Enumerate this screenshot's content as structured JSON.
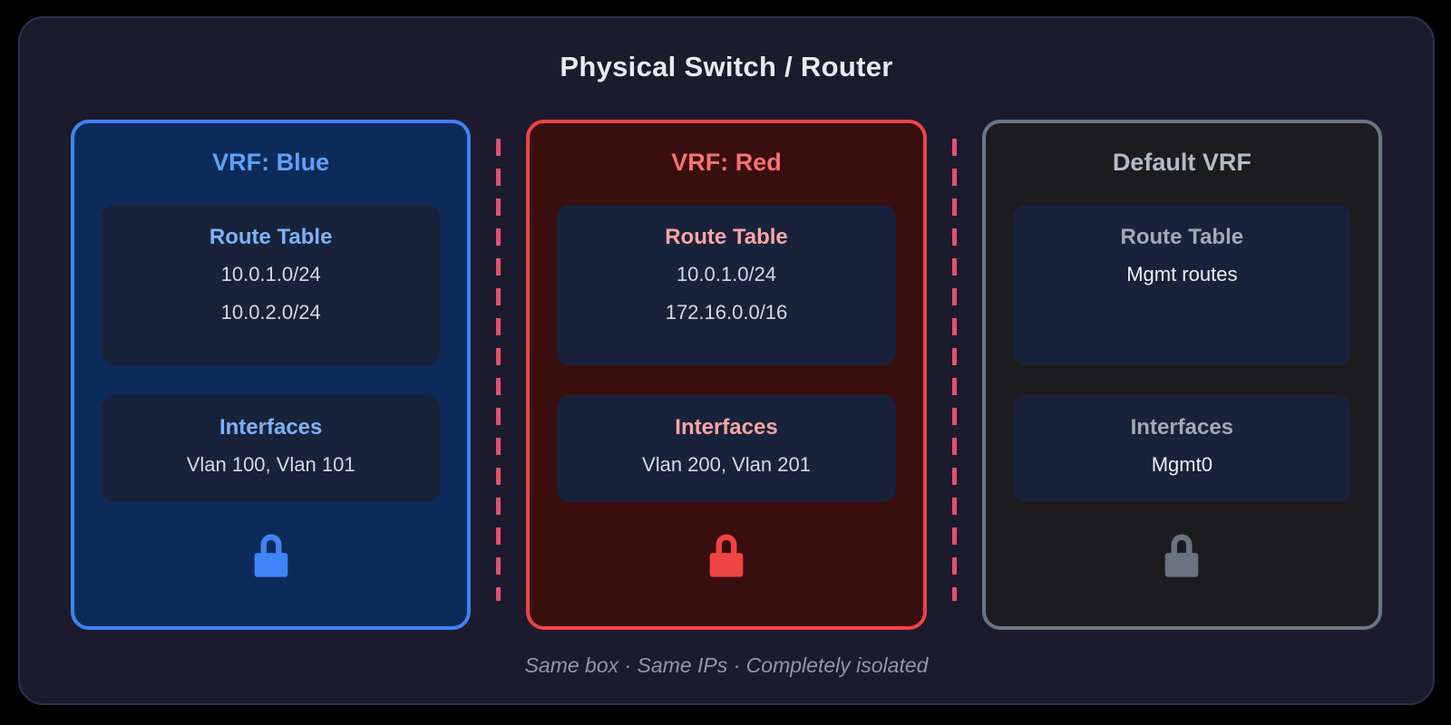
{
  "title": "Physical Switch / Router",
  "footer": "Same box · Same IPs · Completely isolated",
  "divider": {
    "style": "dashed-vertical",
    "color": "#e5516d"
  },
  "chassis_colors": {
    "background": "#1b1b2d",
    "page_background": "#000000",
    "title_text": "#e8eaf0"
  },
  "panels": [
    {
      "id": "vrf-blue",
      "title": "VRF: Blue",
      "theme": {
        "border": "#3f83f8",
        "background": "#0d2b5a",
        "title_text": "#5da2f7",
        "heading_text": "#7db2f7",
        "lock": "#3f83f8"
      },
      "route_table": {
        "heading": "Route Table",
        "routes": [
          "10.0.1.0/24",
          "10.0.2.0/24"
        ]
      },
      "interfaces": {
        "heading": "Interfaces",
        "value": "Vlan 100, Vlan 101"
      }
    },
    {
      "id": "vrf-red",
      "title": "VRF: Red",
      "theme": {
        "border": "#ef4444",
        "background": "#390e0f",
        "title_text": "#f87171",
        "heading_text": "#fba5a5",
        "lock": "#ef4444"
      },
      "route_table": {
        "heading": "Route Table",
        "routes": [
          "10.0.1.0/24",
          "172.16.0.0/16"
        ]
      },
      "interfaces": {
        "heading": "Interfaces",
        "value": "Vlan 200, Vlan 201"
      }
    },
    {
      "id": "default-vrf",
      "title": "Default VRF",
      "theme": {
        "border": "#6a7586",
        "background": "#1c1c1e",
        "title_text": "#b4bcc8",
        "heading_text": "#a2aab6",
        "lock": "#6b7280"
      },
      "route_table": {
        "heading": "Route Table",
        "routes": [
          "Mgmt routes"
        ]
      },
      "interfaces": {
        "heading": "Interfaces",
        "value": "Mgmt0"
      }
    }
  ]
}
